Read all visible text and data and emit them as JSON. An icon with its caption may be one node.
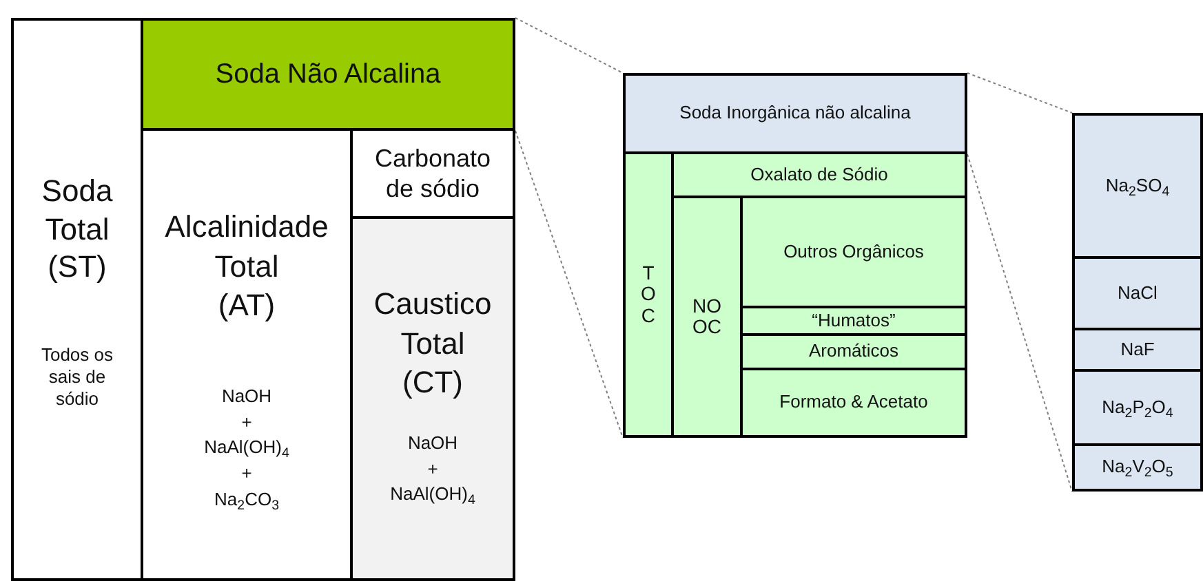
{
  "diagram": {
    "nodes": [
      {
        "text": [
          "Soda Total (ST)",
          "Todos os sais de sódio"
        ]
      },
      {
        "text": [
          "Soda Não Alcalina"
        ]
      },
      {
        "text": [
          "Alcalinidade Total (AT)",
          "NaOH + NaAl(OH)$_{4}$ + Na$_{2}$CO$_{3}$"
        ]
      },
      {
        "text": [
          "Carbonato de sódio"
        ]
      },
      {
        "text": [
          "Caustico Total (CT)",
          "NaOH + NaAl(OH)$_{4}$"
        ]
      },
      {
        "text": [
          "Soda Inorgânica não alcalina"
        ]
      },
      {
        "text": [
          "T O C"
        ]
      },
      {
        "text": [
          "Oxalato de Sódio"
        ]
      },
      {
        "text": [
          "NO OC"
        ]
      },
      {
        "text": [
          "Outros Orgânicos"
        ]
      },
      {
        "text": [
          "“Humatos”"
        ]
      },
      {
        "text": [
          "Aromáticos"
        ]
      },
      {
        "text": [
          "Formato & Acetato"
        ]
      },
      {
        "text": [
          "Na$_{2}$SO$_{4}$"
        ]
      },
      {
        "text": [
          "NaCl"
        ]
      },
      {
        "text": [
          "NaF"
        ]
      },
      {
        "text": [
          "Na$_{2}$P$_{2}$O$_{4}$"
        ]
      },
      {
        "text": [
          "Na$_{2}$V$_{2}$O$_{5}$"
        ]
      }
    ],
    "edges": [
      {
        "from": 1,
        "to": 5,
        "arrow": "none",
        "style": "dashed"
      },
      {
        "from": 1,
        "to": 6,
        "arrow": "none",
        "style": "dashed"
      },
      {
        "from": 5,
        "to": 13,
        "arrow": "none",
        "style": "dashed"
      },
      {
        "from": 5,
        "to": 17,
        "arrow": "none",
        "style": "dashed"
      }
    ]
  }
}
